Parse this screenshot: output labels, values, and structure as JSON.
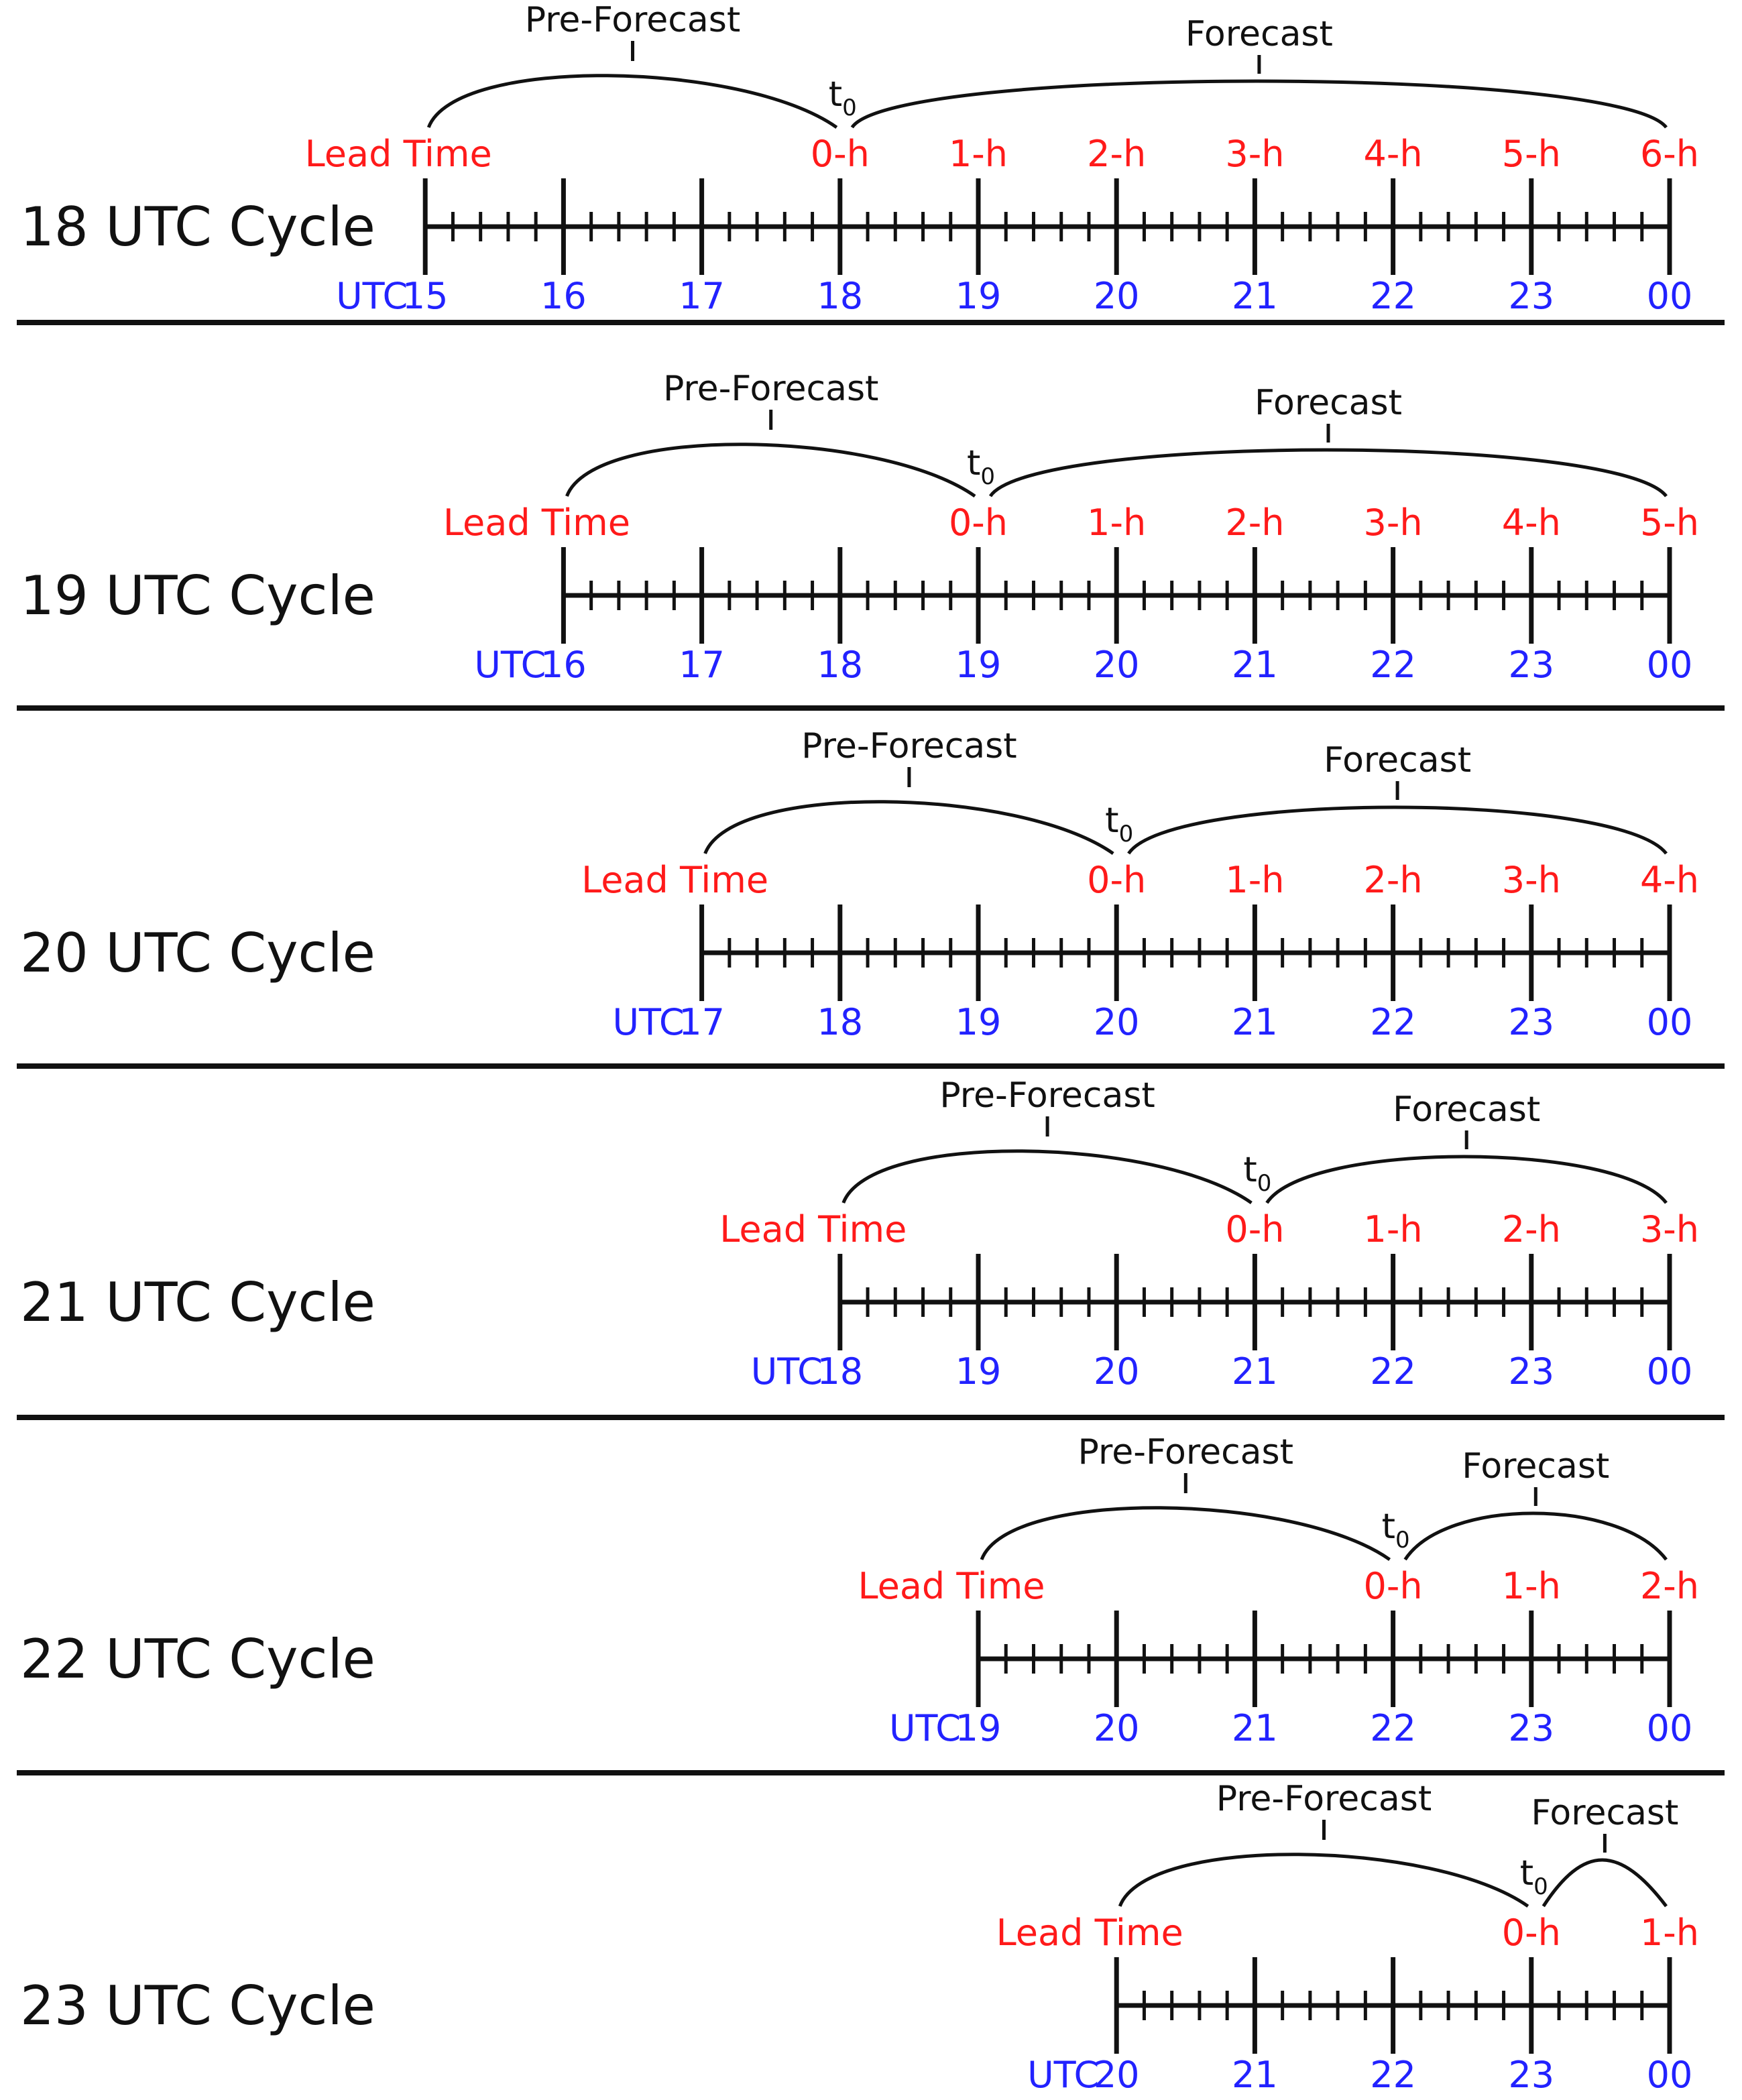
{
  "labels": {
    "pre_forecast": "Pre-Forecast",
    "forecast": "Forecast",
    "t0_main": "t",
    "t0_sub": "0",
    "lead_time": "Lead Time",
    "utc": "UTC"
  },
  "cycles": [
    {
      "title": "18 UTC Cycle",
      "utc_labels": [
        "15",
        "16",
        "17",
        "18",
        "19",
        "20",
        "21",
        "22",
        "23",
        "00"
      ],
      "lead_labels": [
        "0-h",
        "1-h",
        "2-h",
        "3-h",
        "4-h",
        "5-h",
        "6-h"
      ]
    },
    {
      "title": "19 UTC Cycle",
      "utc_labels": [
        "16",
        "17",
        "18",
        "19",
        "20",
        "21",
        "22",
        "23",
        "00"
      ],
      "lead_labels": [
        "0-h",
        "1-h",
        "2-h",
        "3-h",
        "4-h",
        "5-h"
      ]
    },
    {
      "title": "20 UTC Cycle",
      "utc_labels": [
        "17",
        "18",
        "19",
        "20",
        "21",
        "22",
        "23",
        "00"
      ],
      "lead_labels": [
        "0-h",
        "1-h",
        "2-h",
        "3-h",
        "4-h"
      ]
    },
    {
      "title": "21 UTC Cycle",
      "utc_labels": [
        "18",
        "19",
        "20",
        "21",
        "22",
        "23",
        "00"
      ],
      "lead_labels": [
        "0-h",
        "1-h",
        "2-h",
        "3-h"
      ]
    },
    {
      "title": "22 UTC Cycle",
      "utc_labels": [
        "19",
        "20",
        "21",
        "22",
        "23",
        "00"
      ],
      "lead_labels": [
        "0-h",
        "1-h",
        "2-h"
      ]
    },
    {
      "title": "23 UTC Cycle",
      "utc_labels": [
        "20",
        "21",
        "22",
        "23",
        "00"
      ],
      "lead_labels": [
        "0-h",
        "1-h"
      ]
    }
  ]
}
